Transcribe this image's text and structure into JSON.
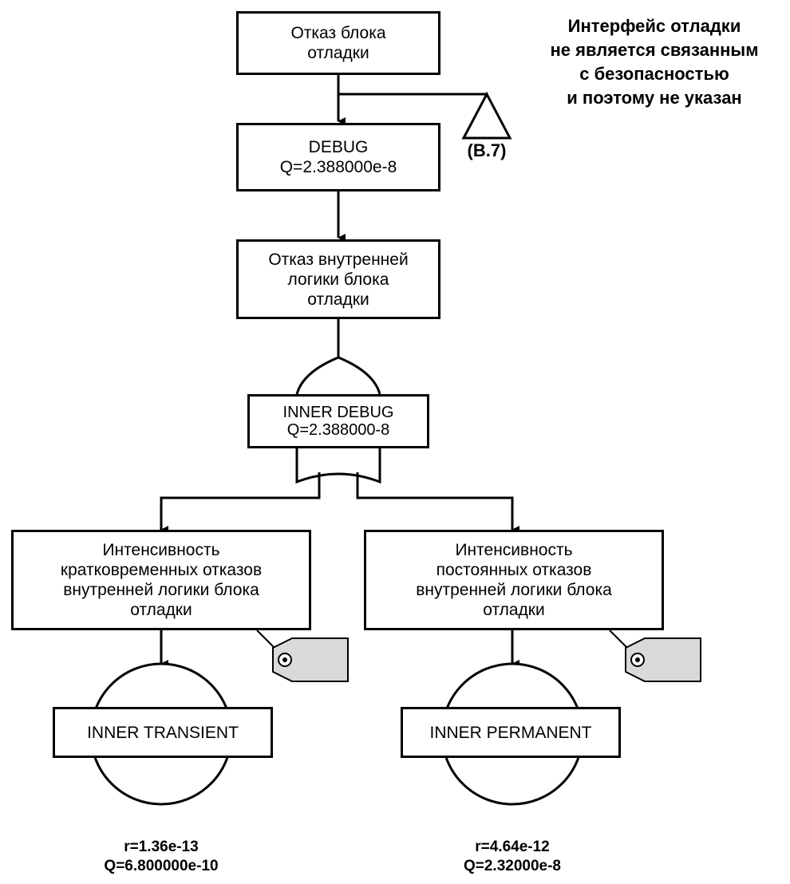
{
  "nodes": {
    "top": {
      "lines": [
        "Отказ блока",
        "отладки"
      ]
    },
    "debug": {
      "lines": [
        "DEBUG",
        "Q=2.388000e-8"
      ]
    },
    "internal": {
      "lines": [
        "Отказ внутренней",
        "логики блока",
        "отладки"
      ]
    },
    "gate": {
      "lines": [
        "INNER DEBUG",
        "Q=2.388000-8"
      ]
    },
    "transient_desc": {
      "lines": [
        "Интенсивность",
        "кратковременных отказов",
        "внутренней логики блока",
        "отладки"
      ]
    },
    "permanent_desc": {
      "lines": [
        "Интенсивность",
        "постоянных отказов",
        "внутренней логики блока",
        "отладки"
      ]
    },
    "transient_event": {
      "label": "INNER TRANSIENT",
      "r": "r=1.36e-13",
      "q": "Q=6.800000e-10"
    },
    "permanent_event": {
      "label": "INNER PERMANENT",
      "r": "r=4.64e-12",
      "q": "Q=2.32000e-8"
    }
  },
  "transfer_ref": "(B.7)",
  "note_lines": [
    "Интерфейс отладки",
    "не является связанным",
    "с безопасностью",
    "и поэтому не указан"
  ],
  "icons": [
    "transfer-triangle-icon",
    "or-gate-icon",
    "basic-event-circle-icon",
    "tag-icon"
  ]
}
